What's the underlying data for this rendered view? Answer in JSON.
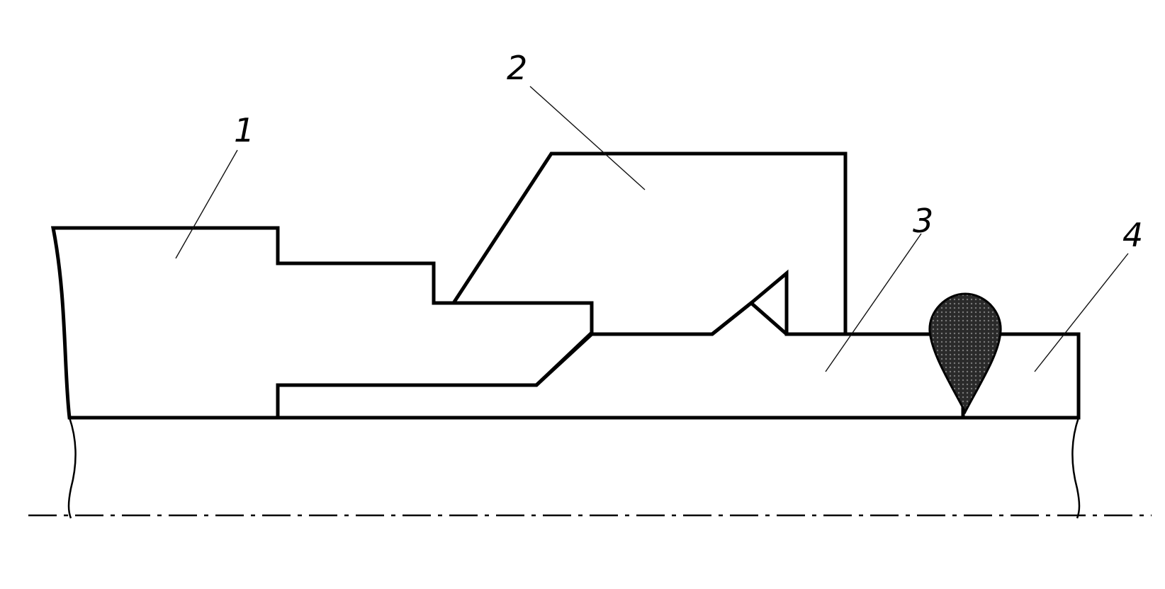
{
  "labels": [
    {
      "id": "part-1",
      "text": "1"
    },
    {
      "id": "part-2",
      "text": "2"
    },
    {
      "id": "part-3",
      "text": "3"
    },
    {
      "id": "part-4",
      "text": "4"
    }
  ],
  "colors": {
    "line": "#000000",
    "background": "#ffffff",
    "weld_fill": "#2a2a2a",
    "hatch": "#1a1a1a"
  }
}
